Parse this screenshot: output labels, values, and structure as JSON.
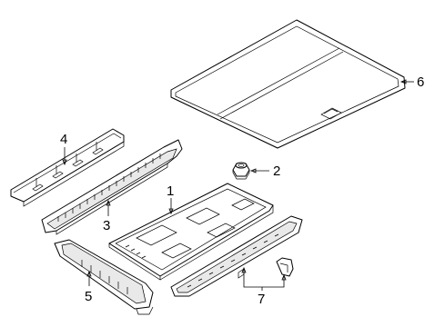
{
  "diagram": {
    "callouts": [
      {
        "id": "1",
        "text": "1",
        "part": "floor-pan"
      },
      {
        "id": "2",
        "text": "2",
        "part": "nut"
      },
      {
        "id": "3",
        "text": "3",
        "part": "left-support-bracket"
      },
      {
        "id": "4",
        "text": "4",
        "part": "upper-rail"
      },
      {
        "id": "5",
        "text": "5",
        "part": "lower-bracket"
      },
      {
        "id": "6",
        "text": "6",
        "part": "cargo-cover-panel"
      },
      {
        "id": "7",
        "text": "7",
        "part": "sill-plate-and-clip"
      }
    ]
  }
}
